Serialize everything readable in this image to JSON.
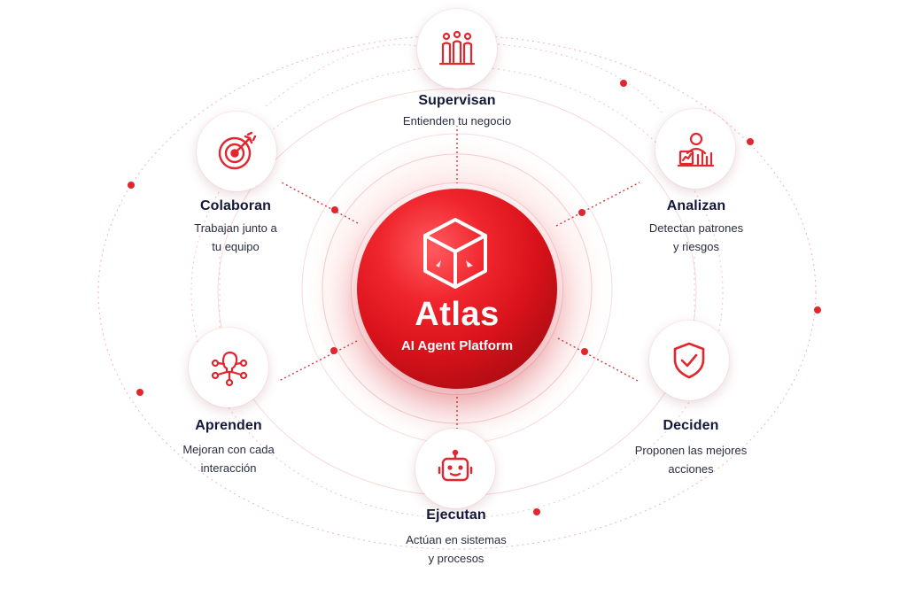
{
  "hub": {
    "title": "Atlas",
    "subtitle": "AI Agent Platform",
    "icon": "cube-icon"
  },
  "nodes": [
    {
      "id": "supervisan",
      "title": "Supervisan",
      "lines": [
        "Entienden tu negocio"
      ],
      "icon": "people-chart-icon"
    },
    {
      "id": "analizan",
      "title": "Analizan",
      "lines": [
        "Detectan patrones",
        "y riesgos"
      ],
      "icon": "analyst-icon"
    },
    {
      "id": "deciden",
      "title": "Deciden",
      "lines": [
        "Proponen las mejores",
        "acciones"
      ],
      "icon": "shield-check-icon"
    },
    {
      "id": "ejecutan",
      "title": "Ejecutan",
      "lines": [
        "Actúan en sistemas",
        "y procesos"
      ],
      "icon": "robot-icon"
    },
    {
      "id": "aprenden",
      "title": "Aprenden",
      "lines": [
        "Mejoran con cada",
        "interacción"
      ],
      "icon": "network-head-icon"
    },
    {
      "id": "colaboran",
      "title": "Colaboran",
      "lines": [
        "Trabajan junto a",
        "tu equipo"
      ],
      "icon": "target-icon"
    }
  ],
  "colors": {
    "accent": "#e3262e",
    "dark_text": "#14183a",
    "body_text": "#2a2d40"
  }
}
